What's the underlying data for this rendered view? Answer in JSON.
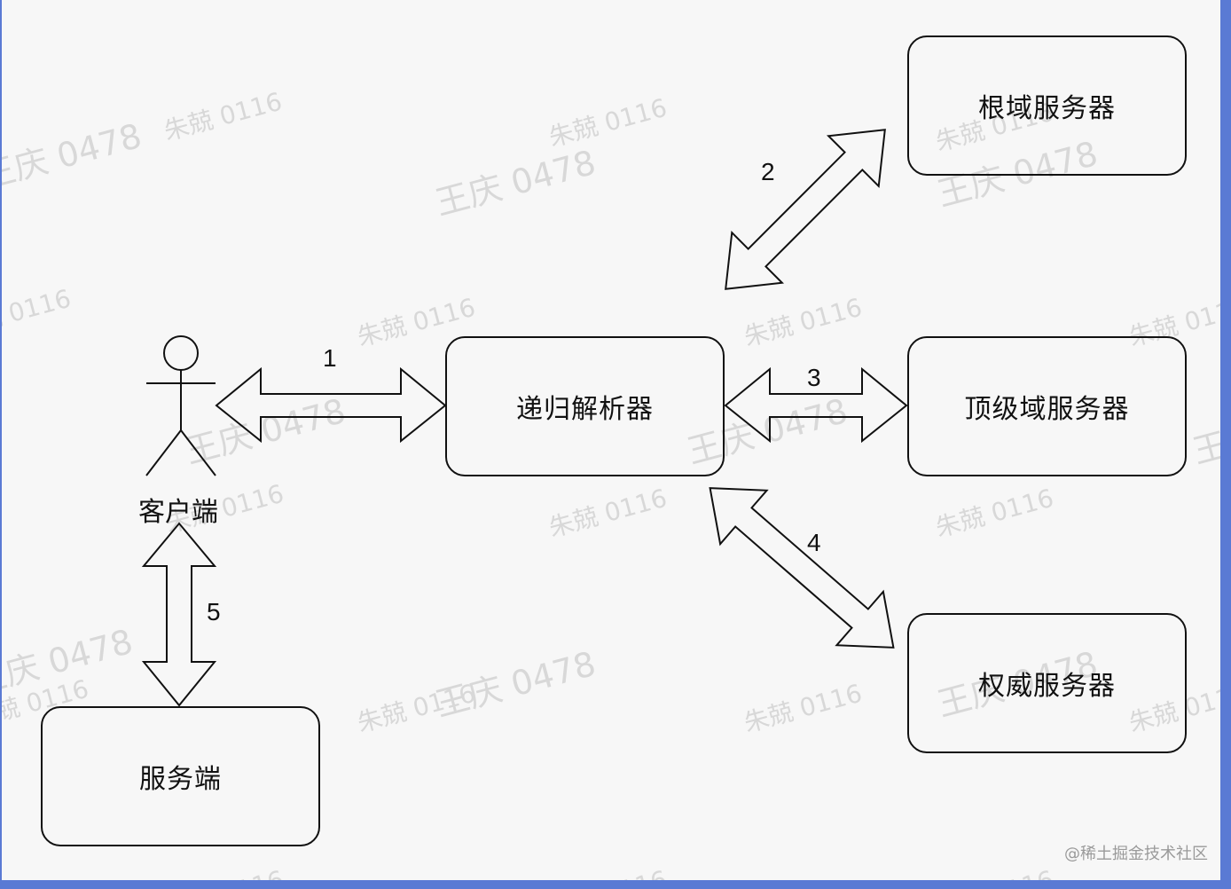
{
  "nodes": {
    "root_server": "根域服务器",
    "resolver": "递归解析器",
    "tld_server": "顶级域服务器",
    "authoritative_server": "权威服务器",
    "server": "服务端",
    "client": "客户端"
  },
  "edges": {
    "e1": "1",
    "e2": "2",
    "e3": "3",
    "e4": "4",
    "e5": "5"
  },
  "watermarks": {
    "a": "朱兢 0116",
    "b": "王庆 0478"
  },
  "credit": "@稀土掘金技术社区"
}
